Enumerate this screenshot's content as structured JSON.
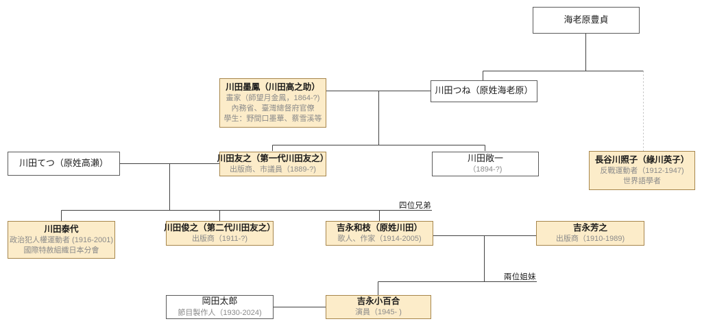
{
  "diagram": {
    "title": "",
    "colors": {
      "highlight_fill": "#fcecc9",
      "highlight_border": "#a6854b",
      "plain_fill": "#ffffff",
      "plain_border": "#595959",
      "line": "#404040",
      "subtext": "#8a8a8a",
      "text": "#1a1a1a",
      "background": "#ffffff"
    },
    "nodes": [
      {
        "id": "ebihara-toyosada",
        "style": "plain",
        "name": "海老原豊貞",
        "lines": []
      },
      {
        "id": "kawada-bokuho",
        "style": "highlight",
        "name": "川田墨鳳（川田高之助）",
        "lines": [
          "畫家（師望月金鳳，1864-?)",
          "內務省、臺灣總督府官僚",
          "學生：野間口墨華、蔡雪溪等"
        ]
      },
      {
        "id": "kawada-tsune",
        "style": "plain",
        "name": "川田つね（原姓海老原）",
        "lines": []
      },
      {
        "id": "kawada-tetsu",
        "style": "plain",
        "name": "川田てつ（原姓高瀨）",
        "lines": []
      },
      {
        "id": "kawada-tomoyuki-1",
        "style": "highlight",
        "name": "川田友之（第一代川田友之）",
        "lines": [
          "出版商、市議員（1889-?)"
        ]
      },
      {
        "id": "kawada-keiichi",
        "style": "plain",
        "name": "川田敞一",
        "lines": [
          "（1894-?)"
        ]
      },
      {
        "id": "hasegawa-teruko",
        "style": "highlight",
        "name": "長谷川照子（綠川英子）",
        "lines": [
          "反戰運動者（1912-1947)",
          "世界語學者"
        ]
      },
      {
        "id": "kawada-yasuyo",
        "style": "highlight",
        "name": "川田泰代",
        "lines": [
          "政治犯人權運動者 (1916-2001)",
          "國際特赦組織日本分會"
        ]
      },
      {
        "id": "kawada-toshiyuki-2",
        "style": "highlight",
        "name": "川田俊之（第二代川田友之）",
        "lines": [
          "出版商（1911-?)"
        ]
      },
      {
        "id": "yoshinaga-kazue",
        "style": "highlight",
        "name": "吉永和枝（原姓川田）",
        "lines": [
          "歌人、作家（1914-2005)"
        ]
      },
      {
        "id": "yoshinaga-yoshiyuki",
        "style": "highlight",
        "name": "吉永芳之",
        "lines": [
          "出版商（1910-1989)"
        ]
      },
      {
        "id": "okada-taro",
        "style": "plain",
        "name": "岡田太郎",
        "lines": [
          "節目製作人（1930-2024)"
        ]
      },
      {
        "id": "yoshinaga-sayuri",
        "style": "highlight",
        "name": "吉永小百合",
        "lines": [
          "演員（1945- )"
        ]
      }
    ],
    "edge_labels": [
      {
        "id": "four-brothers",
        "text": "四位兄弟"
      },
      {
        "id": "two-sisters",
        "text": "兩位姐妹"
      }
    ]
  }
}
